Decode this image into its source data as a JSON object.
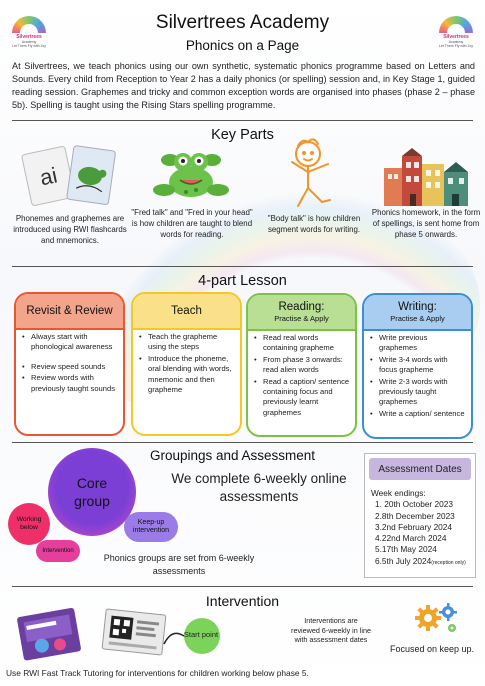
{
  "header": {
    "title": "Silvertrees Academy",
    "subtitle": "Phonics on a Page",
    "logo_name": "Silvertrees",
    "logo_sub": "Academy",
    "logo_tagline": "Let Them Fly with Joy",
    "logo_icon": "rainbow-logo"
  },
  "intro": "At Silvertrees, we teach phonics using our own synthetic, systematic phonics programme based on Letters and Sounds. Every child from Reception to Year 2 has a daily phonics (or spelling) session and, in Key Stage 1, guided reading session. Graphemes and tricky and common exception words are organised into phases (phase 2 – phase 5b). Spelling is taught using the Rising Stars spelling programme.",
  "key_parts": {
    "heading": "Key Parts",
    "flashcard_text": "ai",
    "items": [
      {
        "caption": "Phonemes and graphemes are introduced using RWI flashcards and mnemonics.",
        "icon": "flashcard-icon"
      },
      {
        "caption": "\"Fred talk\" and \"Fred in your head\" is how children are taught to blend words for reading.",
        "icon": "frog-toy-icon"
      },
      {
        "caption": "\"Body talk\" is how children segment words for writing.",
        "icon": "body-talk-icon"
      },
      {
        "caption": "Phonics homework, in the form of spellings, is sent home from phase 5 onwards.",
        "icon": "houses-icon"
      }
    ]
  },
  "lesson": {
    "heading": "4-part Lesson",
    "boxes": [
      {
        "title": "Revisit & Review",
        "subtitle": "",
        "color": "#e8572f",
        "header_bg": "#f2a58a",
        "items": [
          "Always start with phonological awareness",
          "Review speed sounds",
          "Review words with previously taught sounds"
        ]
      },
      {
        "title": "Teach",
        "subtitle": "",
        "color": "#f4c824",
        "header_bg": "#fae089",
        "items": [
          "Teach the grapheme using the steps",
          "Introduce the phoneme, oral blending with words, mnemonic and then grapheme"
        ]
      },
      {
        "title": "Reading:",
        "subtitle": "Practise & Apply",
        "color": "#7cc243",
        "header_bg": "#b9df95",
        "items": [
          "Read real words containing grapheme",
          "From phase 3 onwards: read alien words",
          "Read a caption/ sentence containing focus and previously learnt graphemes"
        ]
      },
      {
        "title": "Writing:",
        "subtitle": "Practise & Apply",
        "color": "#3a8ed6",
        "header_bg": "#a9cdf0",
        "items": [
          "Write previous graphemes",
          "Write 3-4 words with focus grapheme",
          "Write 2-3 words with previously taught graphemes",
          "Write a caption/ sentence"
        ]
      }
    ]
  },
  "groupings": {
    "heading": "Groupings and Assessment",
    "statement": "We complete 6-weekly online assessments",
    "core": "Core group",
    "working_below": "Working below",
    "intervention": "Intervention",
    "keep_up": "Keep-up intervention",
    "note": "Phonics groups are set from 6-weekly assessments",
    "colors": {
      "core": "#7b3fd6",
      "core_outer": "#d94cc0",
      "working": "#ef2f6a",
      "intervention": "#e63e9c",
      "keep_up": "#9b7be8"
    }
  },
  "assessment": {
    "heading": "Assessment Dates",
    "label": "Week endings:",
    "dates": [
      "1. 20th October 2023",
      "2.8th December 2023",
      "3.2nd February 2024",
      "4.22nd March 2024",
      "5.17th May 2024",
      "6.5th July 2024"
    ],
    "reception_note": "(reception only)"
  },
  "intervention": {
    "heading": "Intervention",
    "start_point": "Start point",
    "review_text": "Interventions are reviewed 6-weekly in line with assessment dates",
    "keep_up_text": "Focused on keep up.",
    "footer": "Use RWI Fast Track Tutoring for interventions for children working below phase 5.",
    "icons": [
      "rwi-book-icon",
      "qr-card-icon",
      "start-point-icon",
      "gears-icon"
    ]
  }
}
